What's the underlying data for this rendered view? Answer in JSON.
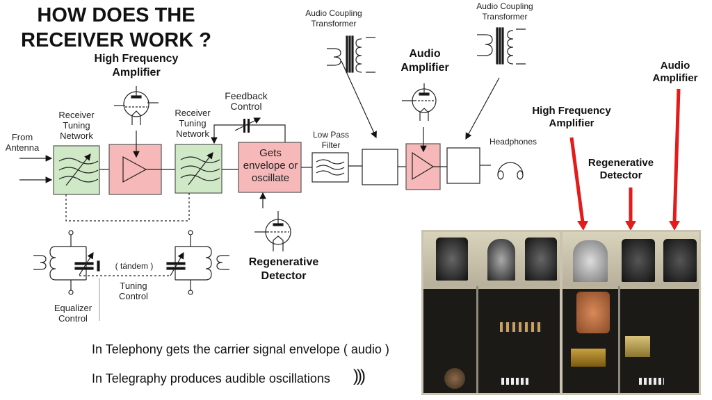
{
  "title": {
    "line1": "HOW DOES THE",
    "line2": "RECEIVER WORK ?"
  },
  "diagram": {
    "labels": {
      "hf_amplifier": "High Frequency Amplifier",
      "from_antenna": "From Antenna",
      "tuning_network_1": "Receiver Tuning Network",
      "tuning_network_2": "Receiver Tuning Network",
      "feedback_control": "Feedback Control",
      "detector_block": "Gets envelope or oscillate",
      "low_pass_filter": "Low Pass Filter",
      "audio_coupling_1": "Audio Coupling Transformer",
      "audio_coupling_2": "Audio Coupling Transformer",
      "audio_amplifier": "Audio Amplifier",
      "headphones": "Headphones",
      "regenerative_detector": "Regenerative Detector",
      "tandem": "( tándem )",
      "tuning_control": "Tuning Control",
      "equalizer_control": "Equalizer Control"
    },
    "colors": {
      "green_block": "#cfe8c6",
      "red_block": "#f6b8b8",
      "arrow_red": "#e31b1b"
    }
  },
  "photo_labels": {
    "audio_amplifier": "Audio Amplifier",
    "hf_amplifier": "High Frequency Amplifier",
    "regenerative_detector": "Regenerative Detector"
  },
  "notes": {
    "telephony": "In Telephony gets the carrier signal envelope ( audio )",
    "telegraphy": "In Telegraphy produces audible oscillations",
    "sound_waves": ")))"
  }
}
